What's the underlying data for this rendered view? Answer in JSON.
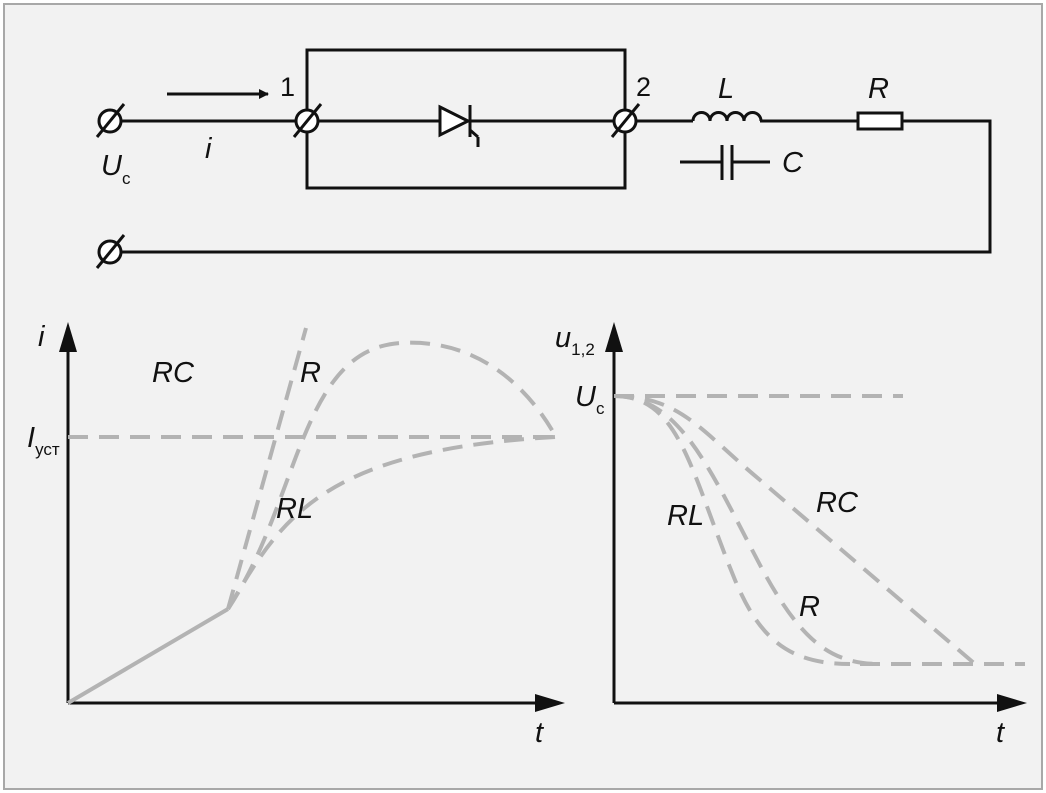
{
  "colors": {
    "background": "#f2f2f2",
    "frame": "#a8a8a8",
    "ink": "#111111",
    "curve": "#b3b3b3"
  },
  "circuit": {
    "source_label": "U",
    "source_sub": "c",
    "current_label": "i",
    "node1": "1",
    "node2": "2",
    "inductor_label": "L",
    "capacitor_label": "C",
    "resistor_label": "R"
  },
  "left_plot": {
    "y_axis_label": "i",
    "x_axis_label": "t",
    "level_label": "I",
    "level_sub": "уст",
    "curve_labels": {
      "rc": "RC",
      "r": "R",
      "rl": "RL"
    }
  },
  "right_plot": {
    "y_axis_label": "u",
    "y_axis_sub": "1,2",
    "x_axis_label": "t",
    "level_label": "U",
    "level_sub": "c",
    "curve_labels": {
      "rl": "RL",
      "rc": "RC",
      "r": "R"
    }
  },
  "icons": [
    "terminal-icon",
    "thyristor-icon",
    "inductor-icon",
    "capacitor-icon",
    "resistor-icon",
    "arrow-icon"
  ]
}
